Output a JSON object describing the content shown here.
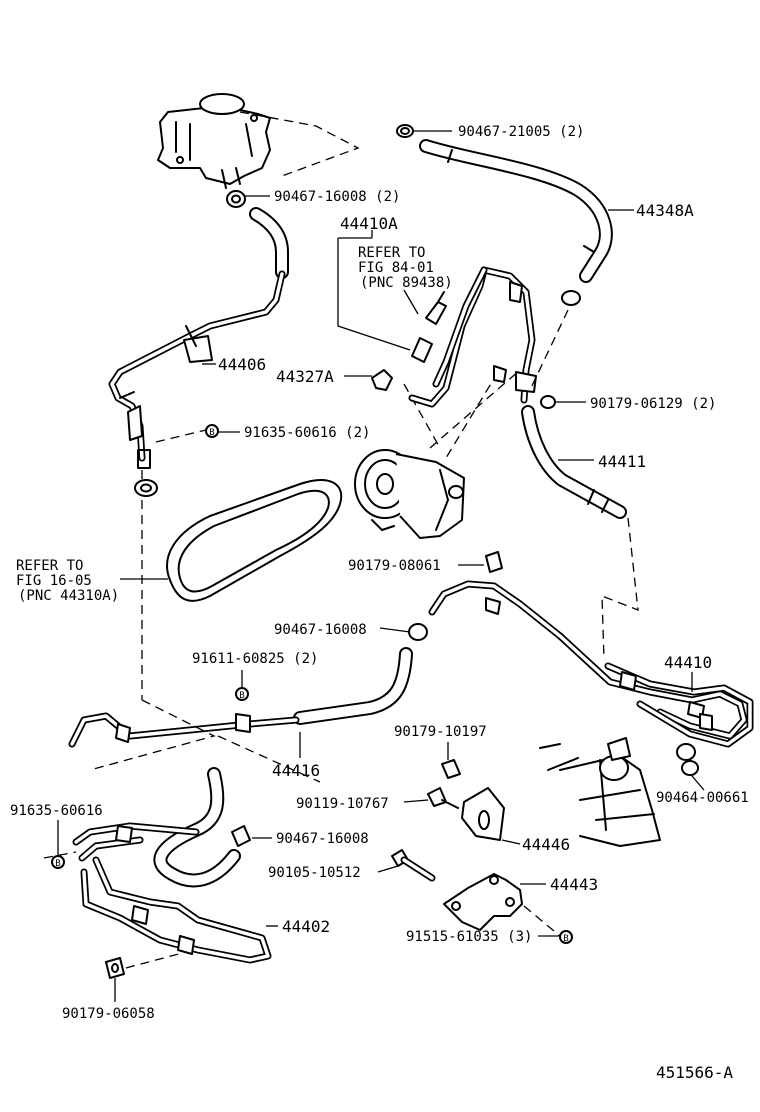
{
  "figure_id": "451566-A",
  "part_numbers": {
    "p_90467_21005": "90467-21005 (2)",
    "p_44348A": "44348A",
    "p_90467_16008_2": "90467-16008 (2)",
    "p_44410A": "44410A",
    "p_44406": "44406",
    "p_44327A": "44327A",
    "p_90179_06129": "90179-06129 (2)",
    "p_91635_60616_2": "91635-60616 (2)",
    "p_44411": "44411",
    "p_90179_08061": "90179-08061",
    "p_90467_16008_a": "90467-16008",
    "p_91611_60825": "91611-60825 (2)",
    "p_44410": "44410",
    "p_44416": "44416",
    "p_90179_10197": "90179-10197",
    "p_90464_00661": "90464-00661",
    "p_91635_60616": "91635-60616",
    "p_90119_10767": "90119-10767",
    "p_90467_16008_b": "90467-16008",
    "p_44446": "44446",
    "p_90105_10512": "90105-10512",
    "p_44443": "44443",
    "p_44402": "44402",
    "p_91515_61035": "91515-61035 (3)",
    "p_90179_06058": "90179-06058"
  },
  "refer_notes": {
    "note_84": {
      "line1": "REFER TO",
      "line2": "FIG 84-01",
      "line3": "(PNC 89438)"
    },
    "note_16": {
      "line1": "REFER TO",
      "line2": "FIG 16-05",
      "line3": "(PNC 44310A)"
    }
  },
  "markers": {
    "bolt_marker": "B"
  }
}
